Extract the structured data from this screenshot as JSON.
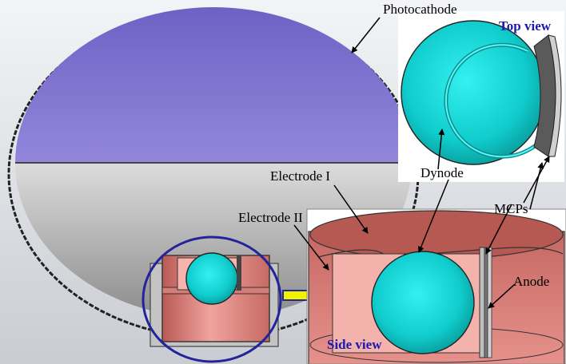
{
  "diagram": {
    "labels": {
      "photocathode": "Photocathode",
      "top_view": "Top view",
      "dynode": "Dynode",
      "electrode_1": "Electrode I",
      "electrode_2": "Electrode II",
      "mcps": "MCPs",
      "anode": "Anode",
      "side_view": "Side view"
    },
    "colors": {
      "photocathode": "#9b8fe0",
      "glass_lower": "#dcdcdc",
      "dynode": "#13d7d7",
      "electrode": "#e48b86",
      "highlight_circle": "#23239a",
      "arrow": "#f2f200",
      "view_label": "#1a1ab0"
    }
  }
}
